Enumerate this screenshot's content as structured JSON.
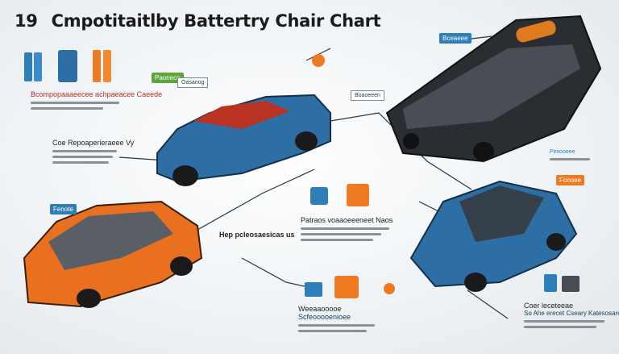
{
  "title": {
    "number": "19",
    "text": "Cmpotitaitlby Battertry Chair Chart"
  },
  "captions": {
    "top_left": "Bcompopaaaeecee achpaeacee Caeede",
    "left_middle": "Coe Repoaperieraeee Vy",
    "left_badge": "Fenote",
    "center_main": "Hep pcleosaesicas us",
    "center_right": "Patraos voaaoeeeneet Naos",
    "center_bottom": "Weeaaooooe",
    "center_bottom2": "Scfeooooenioee",
    "right_lower": "Coer leceteeae",
    "right_lower2": "So Ahe erecet Cseary Katesosare",
    "blue_tag": "Bceaeee",
    "green_tag": "Paonece",
    "callout_top": "Oasanog",
    "callout_mid": "Boaoeeen",
    "right_tag1": "Pexooeee",
    "right_tag2": "Fonoee"
  },
  "colors": {
    "blue": "#2e7fb8",
    "orange": "#f07a22",
    "green": "#5fa53c",
    "dark": "#2a2d31"
  }
}
